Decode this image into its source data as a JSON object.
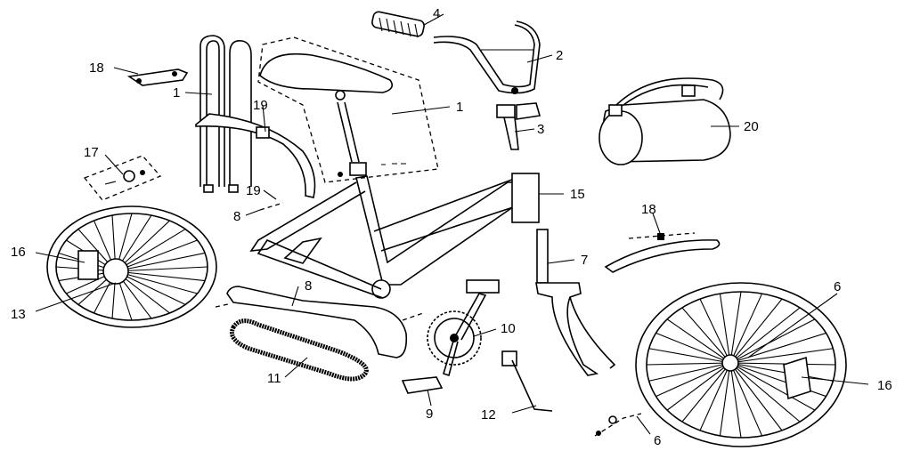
{
  "labels": {
    "frame_inset": "1",
    "kickstand_guard": "1",
    "grip": "4",
    "handlebar": "2",
    "stem": "3",
    "bag": "20",
    "frame": "15",
    "fork": "7",
    "front_wheel": "6",
    "axle_parts": "6",
    "reflector_front": "16",
    "reflector_rear": "16",
    "rear_hub": "13",
    "chain_guard": "8",
    "bolt_rear": "8",
    "chain": "11",
    "crank": "10",
    "pedal": "9",
    "kickstand": "12",
    "front_fender": "18",
    "bracket": "18",
    "clamp": "19",
    "washer": "19",
    "hardware": "17"
  }
}
